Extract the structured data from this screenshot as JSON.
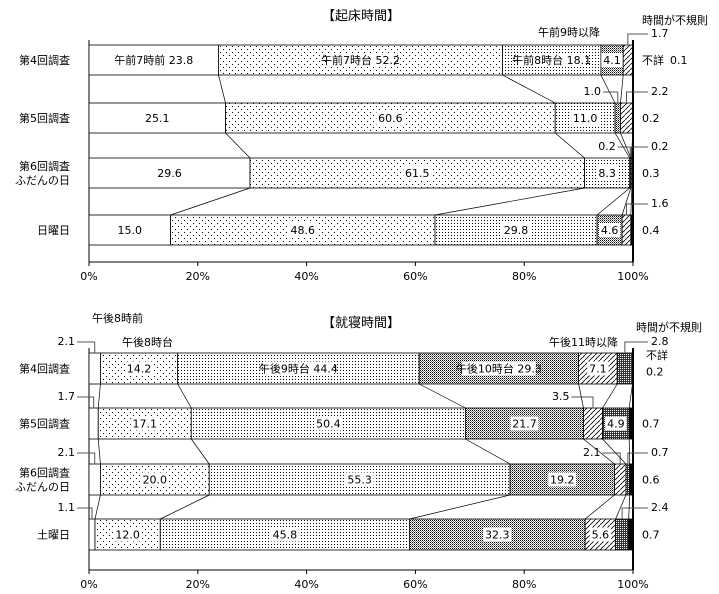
{
  "chart_data": [
    {
      "type": "bar",
      "orientation": "horizontal-stacked-100",
      "title": "【起床時間】",
      "categories": [
        "第4回調査",
        "第5回調査",
        "第6回調査\nふだんの日",
        "日曜日"
      ],
      "segments": [
        "午前7時前",
        "午前7時台",
        "午前8時台",
        "午前9時以降",
        "時間が不規則",
        "不詳"
      ],
      "values": [
        [
          23.8,
          52.2,
          18.1,
          4.1,
          1.7,
          0.1
        ],
        [
          25.1,
          60.6,
          11.0,
          1.0,
          2.2,
          0.2
        ],
        [
          29.6,
          61.5,
          8.3,
          0.2,
          0.2,
          0.3
        ],
        [
          15.0,
          48.6,
          29.8,
          4.6,
          1.6,
          0.4
        ]
      ],
      "xticks": [
        "0%",
        "20%",
        "40%",
        "60%",
        "80%",
        "100%"
      ],
      "xlim": [
        0,
        100
      ]
    },
    {
      "type": "bar",
      "orientation": "horizontal-stacked-100",
      "title": "【就寝時間】",
      "categories": [
        "第4回調査",
        "第5回調査",
        "第6回調査\nふだんの日",
        "土曜日"
      ],
      "segments": [
        "午後8時前",
        "午後8時台",
        "午後9時台",
        "午後10時台",
        "午後11時以降",
        "時間が不規則",
        "不詳"
      ],
      "values": [
        [
          2.1,
          14.2,
          44.4,
          29.3,
          7.1,
          2.8,
          0.2
        ],
        [
          1.7,
          17.1,
          50.4,
          21.7,
          3.5,
          4.9,
          0.7
        ],
        [
          2.1,
          20.0,
          55.3,
          19.2,
          2.1,
          0.7,
          0.6
        ],
        [
          1.1,
          12.0,
          45.8,
          32.3,
          5.6,
          2.4,
          0.7
        ]
      ],
      "xticks": [
        "0%",
        "20%",
        "40%",
        "60%",
        "80%",
        "100%"
      ],
      "xlim": [
        0,
        100
      ]
    }
  ]
}
